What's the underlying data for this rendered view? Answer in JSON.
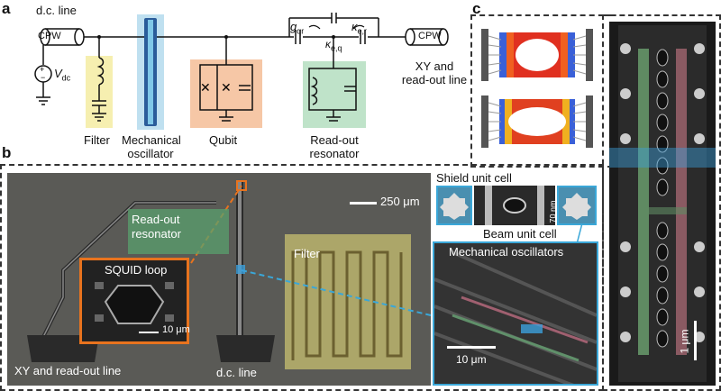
{
  "panels": {
    "a": "a",
    "b": "b",
    "c": "c"
  },
  "panel_a": {
    "dc_line": "d.c. line",
    "cpw_left": "CPW",
    "vdc": "V",
    "vdc_sub": "dc",
    "filter": "Filter",
    "mech_osc_line1": "Mechanical",
    "mech_osc_line2": "oscillator",
    "qubit": "Qubit",
    "readout_line1": "Read-out",
    "readout_line2": "resonator",
    "g_qr": "g",
    "g_qr_sub": "qr",
    "kappa_eq": "κ",
    "kappa_eq_sub": "e,q",
    "kappa_er": "κ",
    "kappa_er_sub": "e,r",
    "cpw_right": "CPW",
    "xy_line1": "XY and",
    "xy_line2": "read-out line"
  },
  "panel_b": {
    "scale_main": "250 μm",
    "readout_line1": "Read-out",
    "readout_line2": "resonator",
    "squid": "SQUID loop",
    "squid_scale": "10 μm",
    "filter": "Filter",
    "xy_label": "XY and read-out line",
    "dc_label": "d.c. line",
    "shield": "Shield unit cell",
    "beam": "Beam unit cell",
    "nm": "70 nm",
    "mech": "Mechanical oscillators",
    "mech_scale": "10 μm"
  },
  "panel_c": {
    "scale": "1 μm"
  },
  "colors": {
    "filter_yellow": "#f6efb0",
    "mech_blue": "#bfe0f0",
    "qubit_orange": "#f6c7a6",
    "readout_green": "#bfe3c9",
    "squid_orange": "#e8731e",
    "cyan_frame": "#3aa7d8"
  }
}
